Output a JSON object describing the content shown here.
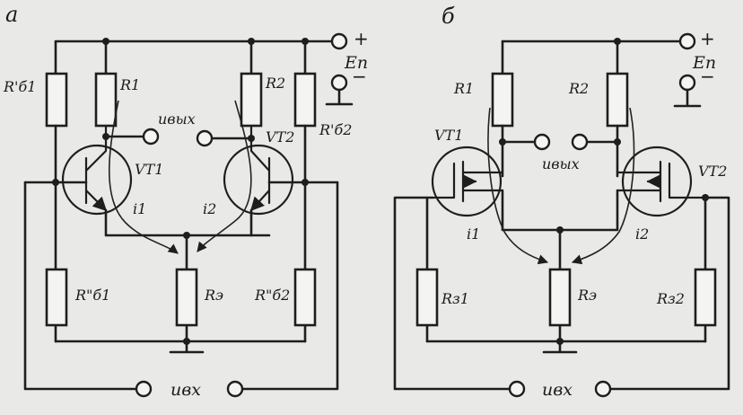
{
  "circuit_a": {
    "tag": "а",
    "supply_plus": "+",
    "supply_minus": "−",
    "supply": "Eп",
    "rb1_top": "R'б1",
    "r1": "R1",
    "r2": "R2",
    "rb2_top": "R'б2",
    "vt1": "VT1",
    "vt2": "VT2",
    "output": "uвых",
    "i1": "i1",
    "i2": "i2",
    "rb1_bottom": "R\"б1",
    "re": "Rэ",
    "rb2_bottom": "R\"б2",
    "input": "uвх"
  },
  "circuit_b": {
    "tag": "б",
    "supply_plus": "+",
    "supply_minus": "−",
    "supply": "Eп",
    "r1": "R1",
    "r2": "R2",
    "vt1": "VT1",
    "vt2": "VT2",
    "output": "uвых",
    "i1": "i1",
    "i2": "i2",
    "rz1": "Rз1",
    "re": "Rэ",
    "rz2": "Rз2",
    "input": "uвх"
  }
}
